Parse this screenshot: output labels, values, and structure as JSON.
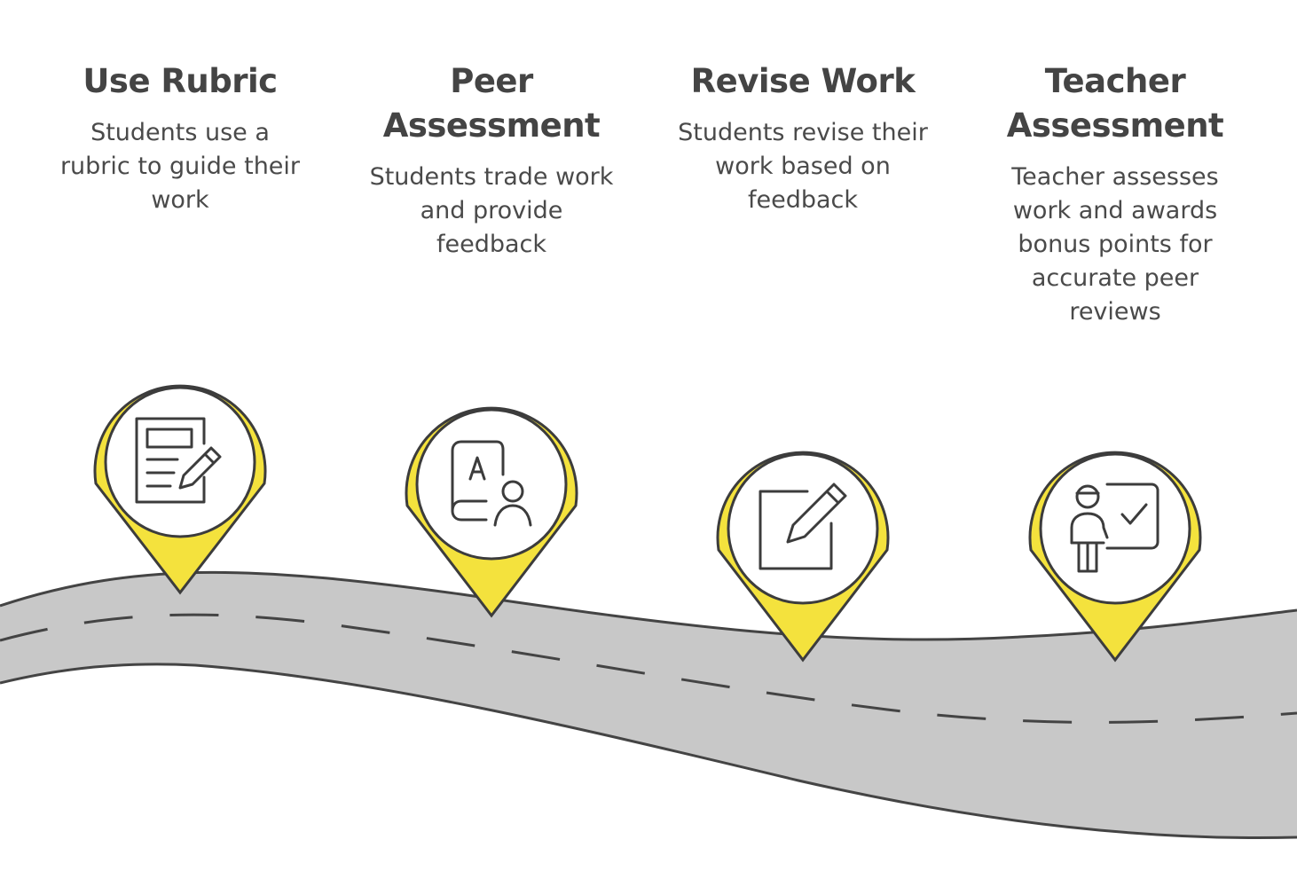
{
  "colors": {
    "road": "#c8c8c8",
    "road_stroke": "#444444",
    "pin_yellow": "#f4e23d",
    "pin_stroke": "#3c3c3c",
    "icon_stroke": "#3c3c3c",
    "title_text": "#444444",
    "body_text": "#4a4a4a"
  },
  "steps": [
    {
      "title": "Use Rubric",
      "description": "Students use a rubric to guide their work",
      "icon": "document-pencil-icon"
    },
    {
      "title": "Peer Assessment",
      "description": "Students trade work and provide feedback",
      "icon": "document-person-icon"
    },
    {
      "title": "Revise Work",
      "description": "Students revise their work based on feedback",
      "icon": "edit-square-icon"
    },
    {
      "title": "Teacher Assessment",
      "description": "Teacher assesses work and awards bonus points for accurate peer reviews",
      "icon": "teacher-board-check-icon"
    }
  ]
}
